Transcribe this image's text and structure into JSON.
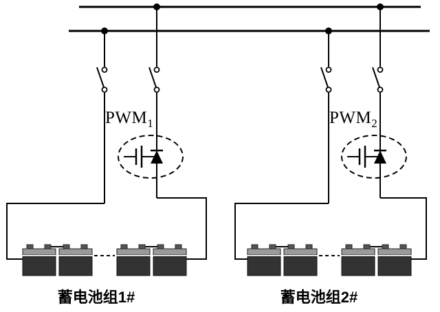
{
  "labels": {
    "pwm1": {
      "text": "PWM",
      "sub": "1"
    },
    "pwm2": {
      "text": "PWM",
      "sub": "2"
    },
    "battery_group1": "蓄电池组1#",
    "battery_group2": "蓄电池组2#"
  },
  "colors": {
    "wire": "#000000",
    "battery_body": "#333333",
    "battery_lid": "#9a9a9a",
    "battery_seam": "#e8e8e8",
    "battery_terminal": "#555555",
    "background": "#ffffff"
  }
}
